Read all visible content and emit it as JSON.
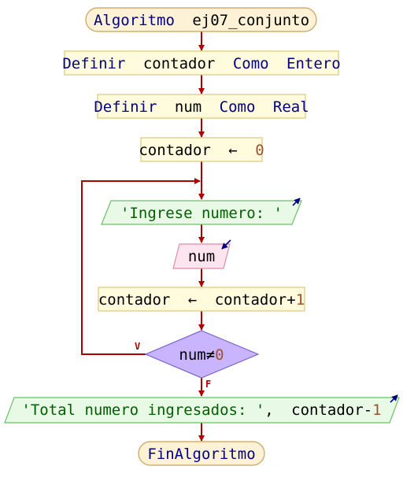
{
  "colors": {
    "flow_line": "#b00000",
    "terminal_fill": "#fdf1d6",
    "process_fill": "#fffbdc",
    "output_fill": "#e8f9e6",
    "input_fill": "#fde4ee",
    "decision_fill": "#c8b4ff",
    "keyword": "#000080",
    "number": "#a0522d",
    "string": "#006000"
  },
  "flowchart": {
    "start": {
      "keyword": "Algoritmo",
      "name": "ej07_conjunto"
    },
    "def1": {
      "keyword1": "Definir",
      "var": "contador",
      "keyword2": "Como",
      "type": "Entero"
    },
    "def2": {
      "keyword1": "Definir",
      "var": "num",
      "keyword2": "Como",
      "type": "Real"
    },
    "assign1": {
      "target": "contador",
      "arrow": "←",
      "value": "0"
    },
    "output1": {
      "text": "'Ingrese numero: '",
      "icon": "output-arrow-icon"
    },
    "input1": {
      "var": "num",
      "icon": "input-arrow-icon"
    },
    "assign2": {
      "target": "contador",
      "arrow": "←",
      "expr": "contador",
      "op": "+",
      "value": "1"
    },
    "decision": {
      "var": "num",
      "op": "≠",
      "value": "0",
      "true_label": "V",
      "false_label": "F"
    },
    "output2": {
      "text": "'Total numero ingresados: '",
      "sep": ",",
      "expr": "contador",
      "op": "-",
      "value": "1",
      "icon": "output-arrow-icon"
    },
    "end": {
      "keyword": "FinAlgoritmo"
    }
  }
}
